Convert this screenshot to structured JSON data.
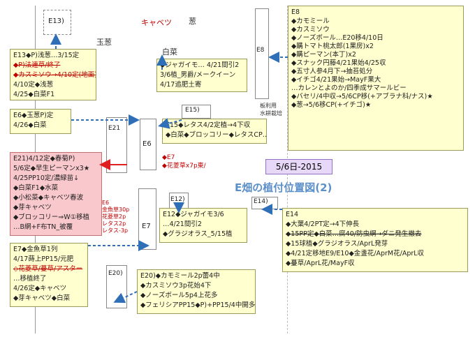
{
  "title": "E畑の植付位置図(2)",
  "date_label": "5/6日-2015",
  "vegetables": {
    "v1": "玉葱",
    "v2": "キャベツ",
    "v3": "葱",
    "v4": "白菜"
  },
  "plots": {
    "e13": "E13)",
    "e8": "E8",
    "e21": "E21",
    "e6": "E6",
    "e15": "E15)",
    "e12": "E12)",
    "e14": "E14)",
    "e7": "E7",
    "e20": "E20)"
  },
  "misc": {
    "shed": "板利用\n水耕栽培",
    "e6_side": "E6\n金魚草30p\n花菱草2p\nレタス2p\nレタス-3p"
  },
  "notes": {
    "e13": [
      "E13◆P)浅葱…3/15定",
      "◆P)法連草/終了",
      "◆カスミソウ→4/10定(地面)",
      "4/10定◆浅葱",
      "4/25◆白菜F1"
    ],
    "e8": [
      "E8",
      "◆カモミール",
      "◆カスミソウ",
      "◆ノーズボール…E20移4/10日",
      "◆購トマト桃太郎(1果房)x2",
      "◆購ピーマン(本丁)x2",
      "◆スナック円藤4/21果始4/25収",
      "◆五寸人参4月下→抽苔処分",
      "◆イチゴ4/21果始→MayF果大",
      "…カレンとよのか/四季成サマールビー",
      "◆バセリ/4中収→5/6CP移(+アブラナ科/ナス)★",
      "◆葱→5/6移CP(+イチゴ)★"
    ],
    "e6": [
      "E6◆玉葱P)定",
      "4/26◆白菜"
    ],
    "e15": [
      "E15◆レタス4/2定植→4下収",
      "◆白菜◆ブロッコリー◆レタスCP…B網"
    ],
    "e21": [
      "E21)4/12定◆春菊P)",
      "5/6定◆早生ピーマンx3★",
      "4/25PP10定/濃緑苗↓",
      "◆白菜F1◆水菜",
      "◆小松菜◆キャベツ春波",
      "◆芽キャベツ",
      "◆ブロッコリー⇒W①移植",
      "…B網+F布TN_被覆"
    ],
    "e7_side": [
      "◆E7",
      "◆花菱草x7p東/"
    ],
    "e12": [
      "E12◆ジャガイモ3/6",
      "…4/21間引2",
      "◆グラジオラス_5/15植"
    ],
    "e14": [
      "E14",
      "◆大葉4/2PT定→4下伸長",
      "◆15PP定◆白菜…腐40/防虫網→ダニ発生撤去",
      "◆15球植◆グラジオラス/AprL発芽",
      "◆4/21定移地E9/E10◆金盞花/AprM花/AprL収",
      "◆蔓草/AprL花/MayF収"
    ],
    "e7": [
      "E7◆金魚草1列",
      "4/17蒔上PP15/元肥",
      "◇花菱草/蔓草/アスター",
      "…移植終了",
      "4/26定◆キャベツ",
      "◆芽キャベツ◆白菜"
    ],
    "e20": [
      "E20)◆カモミール2p蕾4中",
      "◆カスミソウ3p花始4下",
      "◆ノーズボール5p4上花多",
      "◆フェリシアPP15◆P)+PP15/4中開多"
    ],
    "e9": [
      "◆ジャガイモ… 4/21間引2",
      "3/6植_男爵/メークイーン",
      "4/17追肥土寄"
    ]
  },
  "colors": {
    "note_bg": "#ffffd0",
    "note_pink": "#f8c8cc",
    "accent_red": "#c00000",
    "arrow_blue": "#2f6fb8",
    "title_blue": "#5b8fc8"
  }
}
